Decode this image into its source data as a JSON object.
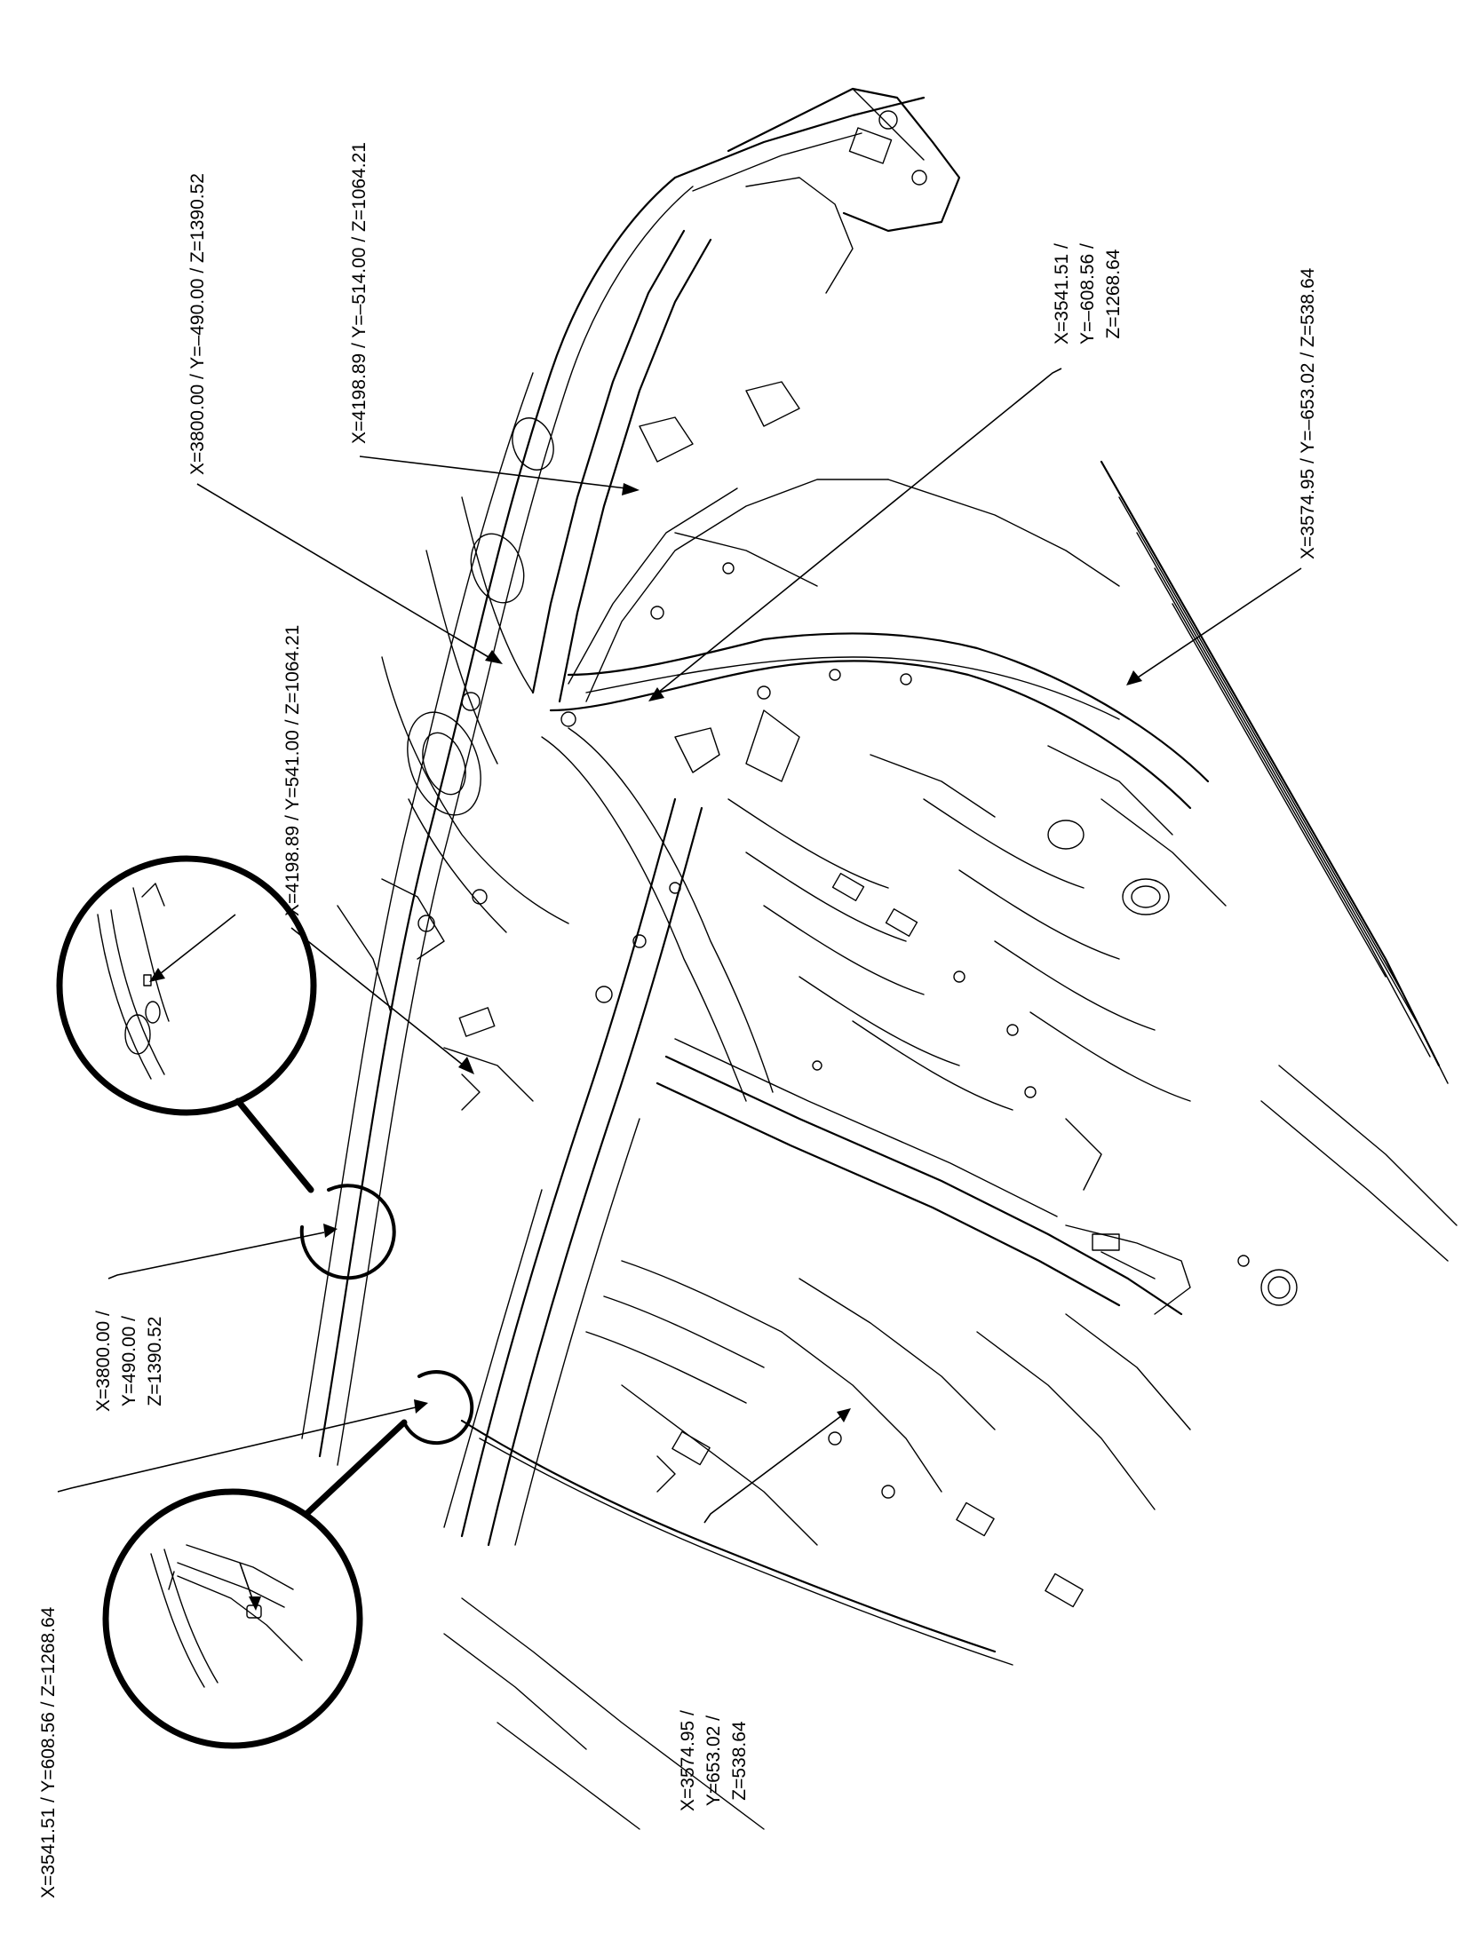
{
  "callouts": [
    {
      "id": "c1",
      "lines": [
        "X=3800.00 / Y=–490.00 / Z=1390.52"
      ]
    },
    {
      "id": "c2",
      "lines": [
        "X=4198.89 / Y=–514.00 / Z=1064.21"
      ]
    },
    {
      "id": "c3",
      "lines": [
        "X=3541.51 /",
        "Y=–608.56 /",
        "Z=1268.64"
      ]
    },
    {
      "id": "c4",
      "lines": [
        "X=3574.95 / Y=–653.02 / Z=538.64"
      ]
    },
    {
      "id": "c5",
      "lines": [
        "X=4198.89 / Y=541.00 / Z=1064.21"
      ]
    },
    {
      "id": "c6",
      "lines": [
        "X=3800.00 /",
        "Y=490.00 /",
        "Z=1390.52"
      ]
    },
    {
      "id": "c7",
      "lines": [
        "X=3541.51 / Y=608.56 / Z=1268.64"
      ]
    },
    {
      "id": "c8",
      "lines": [
        "X=3574.95 /",
        "Y=653.02 /",
        "Z=538.64"
      ]
    }
  ]
}
